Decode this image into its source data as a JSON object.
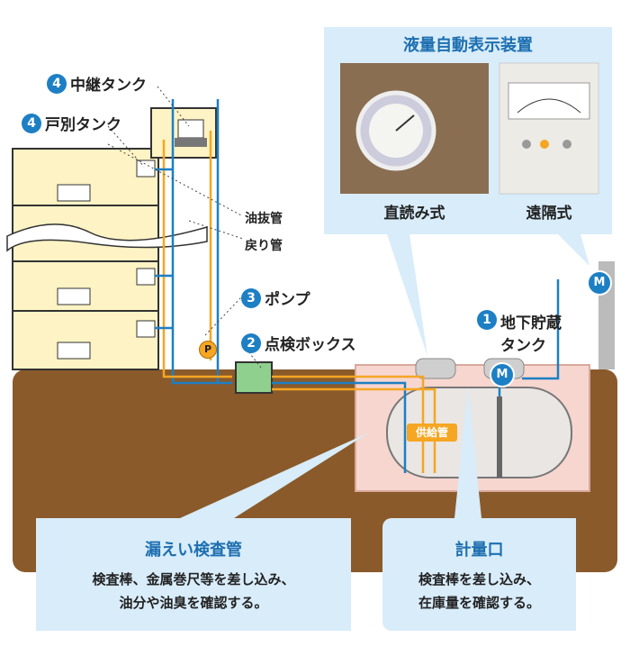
{
  "labels": {
    "relay_tank": {
      "num": "4",
      "text": "中継タンク"
    },
    "unit_tank": {
      "num": "4",
      "text": "戸別タンク"
    },
    "oil_drain": "油抜管",
    "return_pipe": "戻り管",
    "pump": {
      "num": "3",
      "text": "ポンプ"
    },
    "inspection_box": {
      "num": "2",
      "text": "点検ボックス"
    },
    "underground_tank": {
      "num": "1",
      "text": "地下貯蔵\nタンク"
    },
    "supply_pipe": "供給管",
    "pump_symbol": "P",
    "meter_symbol": "M"
  },
  "level_display": {
    "title": "液量自動表示装置",
    "direct": "直読み式",
    "remote": "遠隔式"
  },
  "leak_box": {
    "title": "漏えい検査管",
    "text": "検査棒、金属巻尺等を差し込み、\n油分や油臭を確認する。"
  },
  "gauge_box": {
    "title": "計量口",
    "text": "検査棒を差し込み、\n在庫量を確認する。"
  },
  "colors": {
    "blue": "#1d7fc4",
    "orange": "#f5a623",
    "ground": "#8a5a2b",
    "building": "#fdf3c4",
    "sky": "#d8ecfa"
  }
}
